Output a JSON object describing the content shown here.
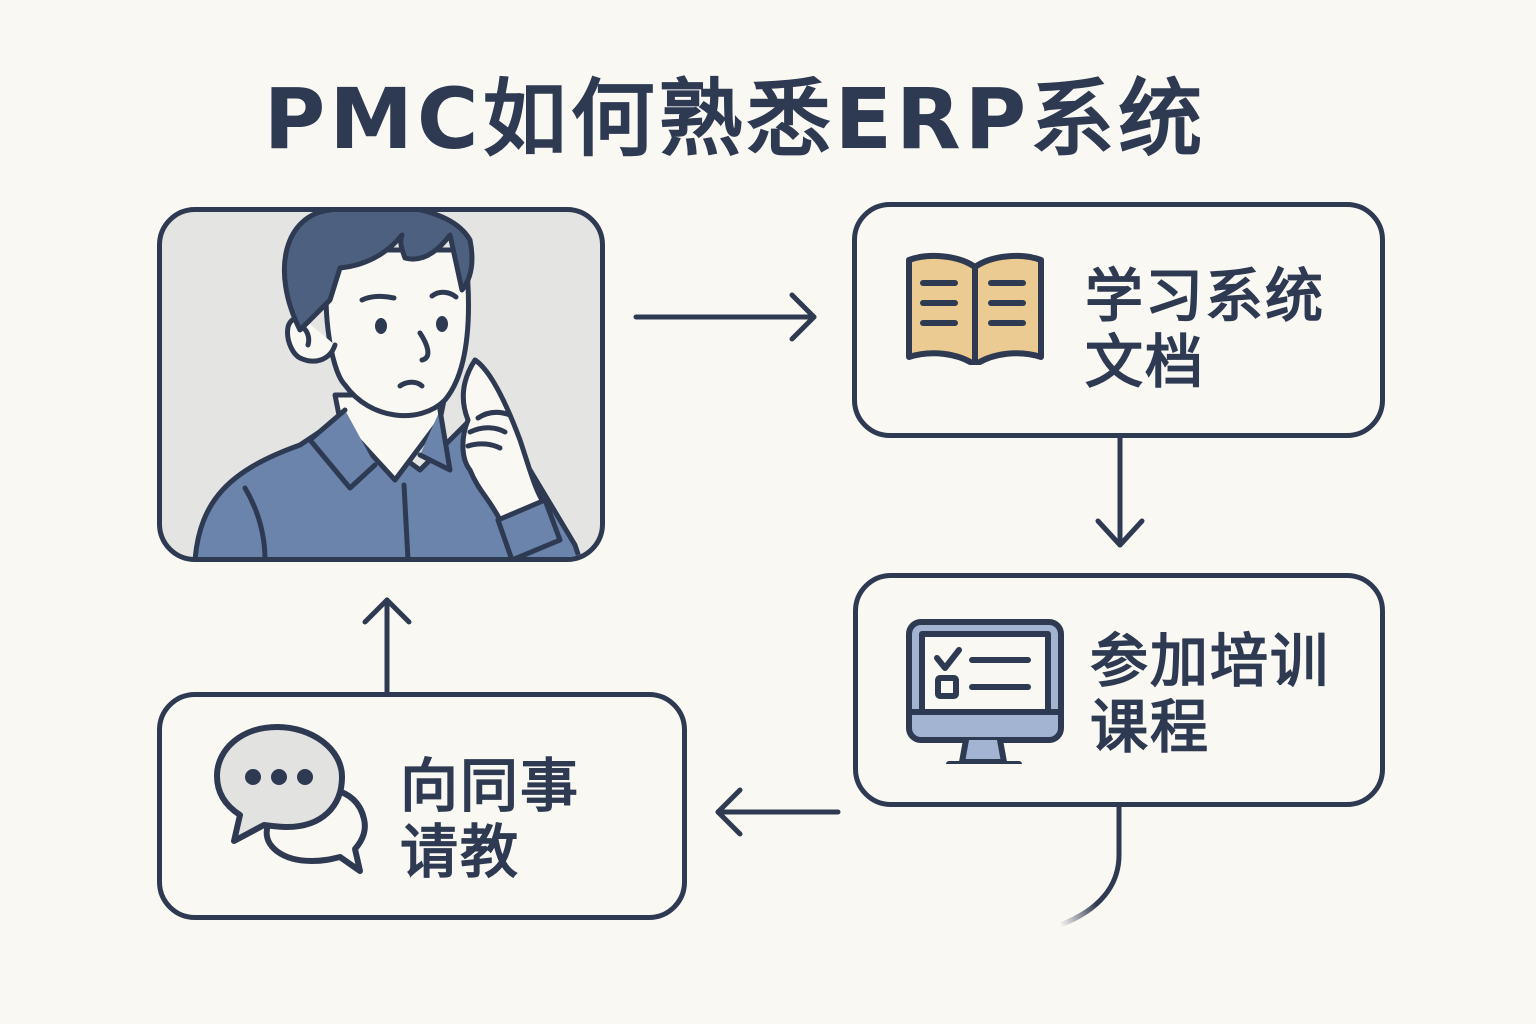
{
  "title": "PMC如何熟悉ERP系统",
  "colors": {
    "ink": "#2e3a52",
    "background": "#faf8f3",
    "shirt": "#6a84ac",
    "hair": "#4d6080",
    "portrait_bg": "#e4e4e2",
    "book_page": "#eccb93",
    "monitor": "#a3b3d2",
    "bubble": "#e2e2e0"
  },
  "nodes": [
    {
      "id": "person",
      "icon": "thinking-person-illustration",
      "label": ""
    },
    {
      "id": "docs",
      "icon": "open-book-icon",
      "label": "学习系统\n文档"
    },
    {
      "id": "training",
      "icon": "monitor-checklist-icon",
      "label": "参加培训\n课程"
    },
    {
      "id": "colleagues",
      "icon": "chat-bubbles-icon",
      "label": "向同事\n请教"
    }
  ],
  "edges": [
    {
      "from": "person",
      "to": "docs",
      "direction": "right"
    },
    {
      "from": "docs",
      "to": "training",
      "direction": "down"
    },
    {
      "from": "training",
      "to": "colleagues",
      "direction": "left"
    },
    {
      "from": "colleagues",
      "to": "person",
      "direction": "up"
    }
  ]
}
